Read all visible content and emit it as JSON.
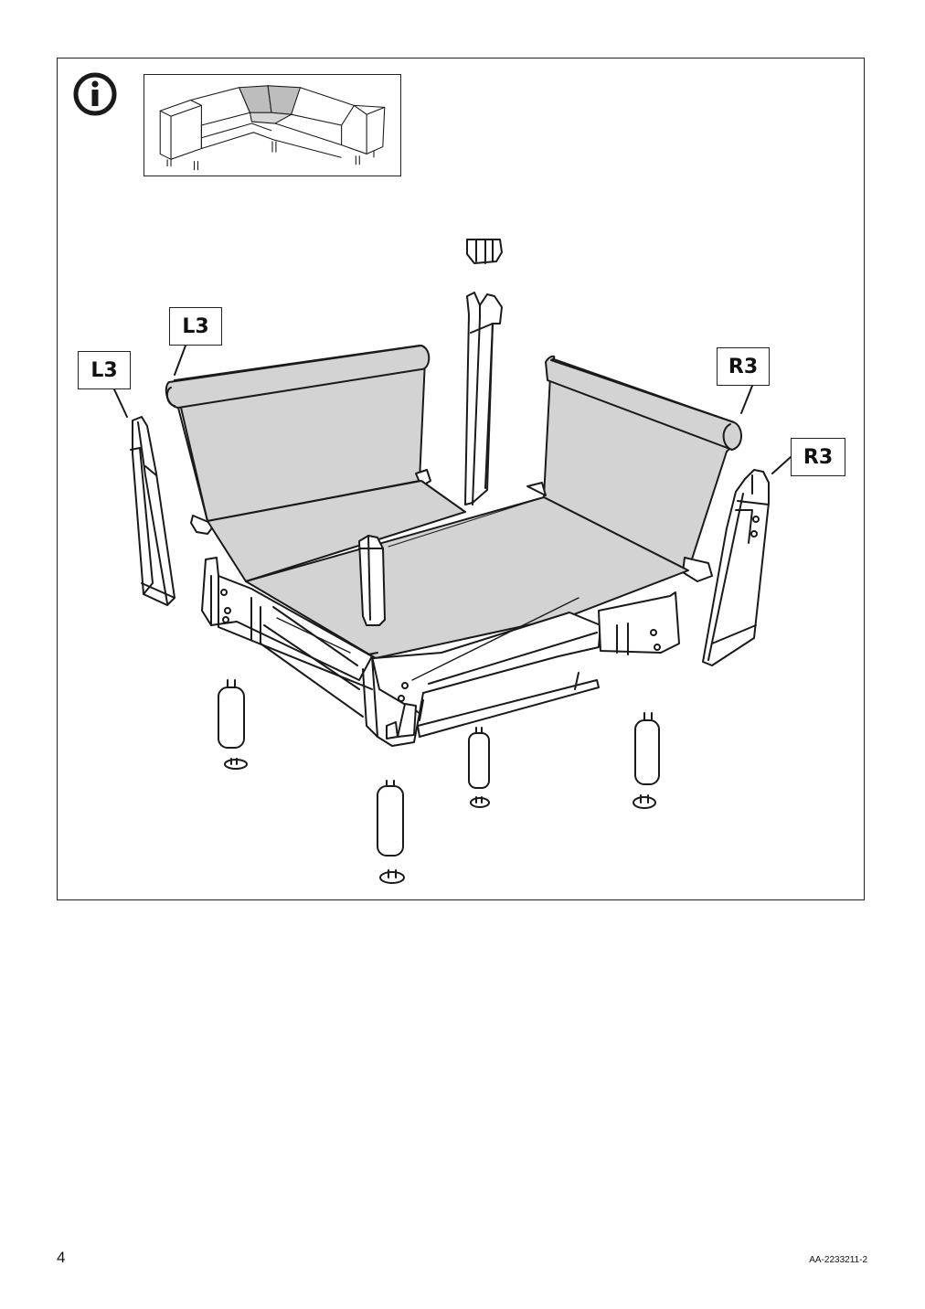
{
  "callouts": {
    "left_backrest": "L3",
    "left_armrest": "L3",
    "right_backrest": "R3",
    "right_armrest": "R3"
  },
  "footer": {
    "page_number": "4",
    "document_id": "AA-2233211-2"
  },
  "icons": {
    "info": "info-circle-icon"
  },
  "colors": {
    "line": "#1a1a1a",
    "fabric": "#d3d3d3",
    "background": "#ffffff"
  }
}
